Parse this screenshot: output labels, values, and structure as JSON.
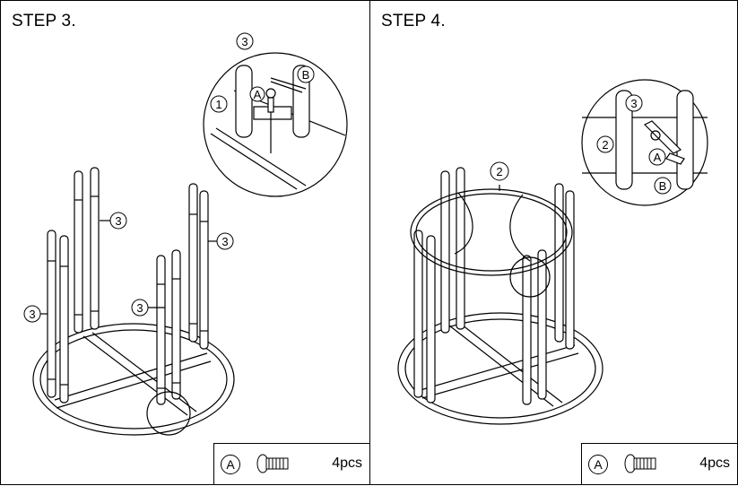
{
  "steps": [
    {
      "title": "STEP 3.",
      "callouts": {
        "detail_top": "3",
        "detail_left": "1",
        "detail_a": "A",
        "detail_b": "B",
        "pole_1": "3",
        "pole_2": "3",
        "pole_3": "3",
        "pole_4": "3"
      },
      "parts": {
        "letter": "A",
        "quantity": "4pcs"
      }
    },
    {
      "title": "STEP 4.",
      "callouts": {
        "detail_top": "3",
        "detail_left": "2",
        "detail_a": "A",
        "detail_b": "B",
        "ring_top": "2"
      },
      "parts": {
        "letter": "A",
        "quantity": "4pcs"
      }
    }
  ],
  "colors": {
    "line": "#000000",
    "background": "#ffffff",
    "fill": "#f2f2f2"
  },
  "icons": [
    "screw-icon",
    "allen-key-icon",
    "rotate-arrow-icon"
  ]
}
